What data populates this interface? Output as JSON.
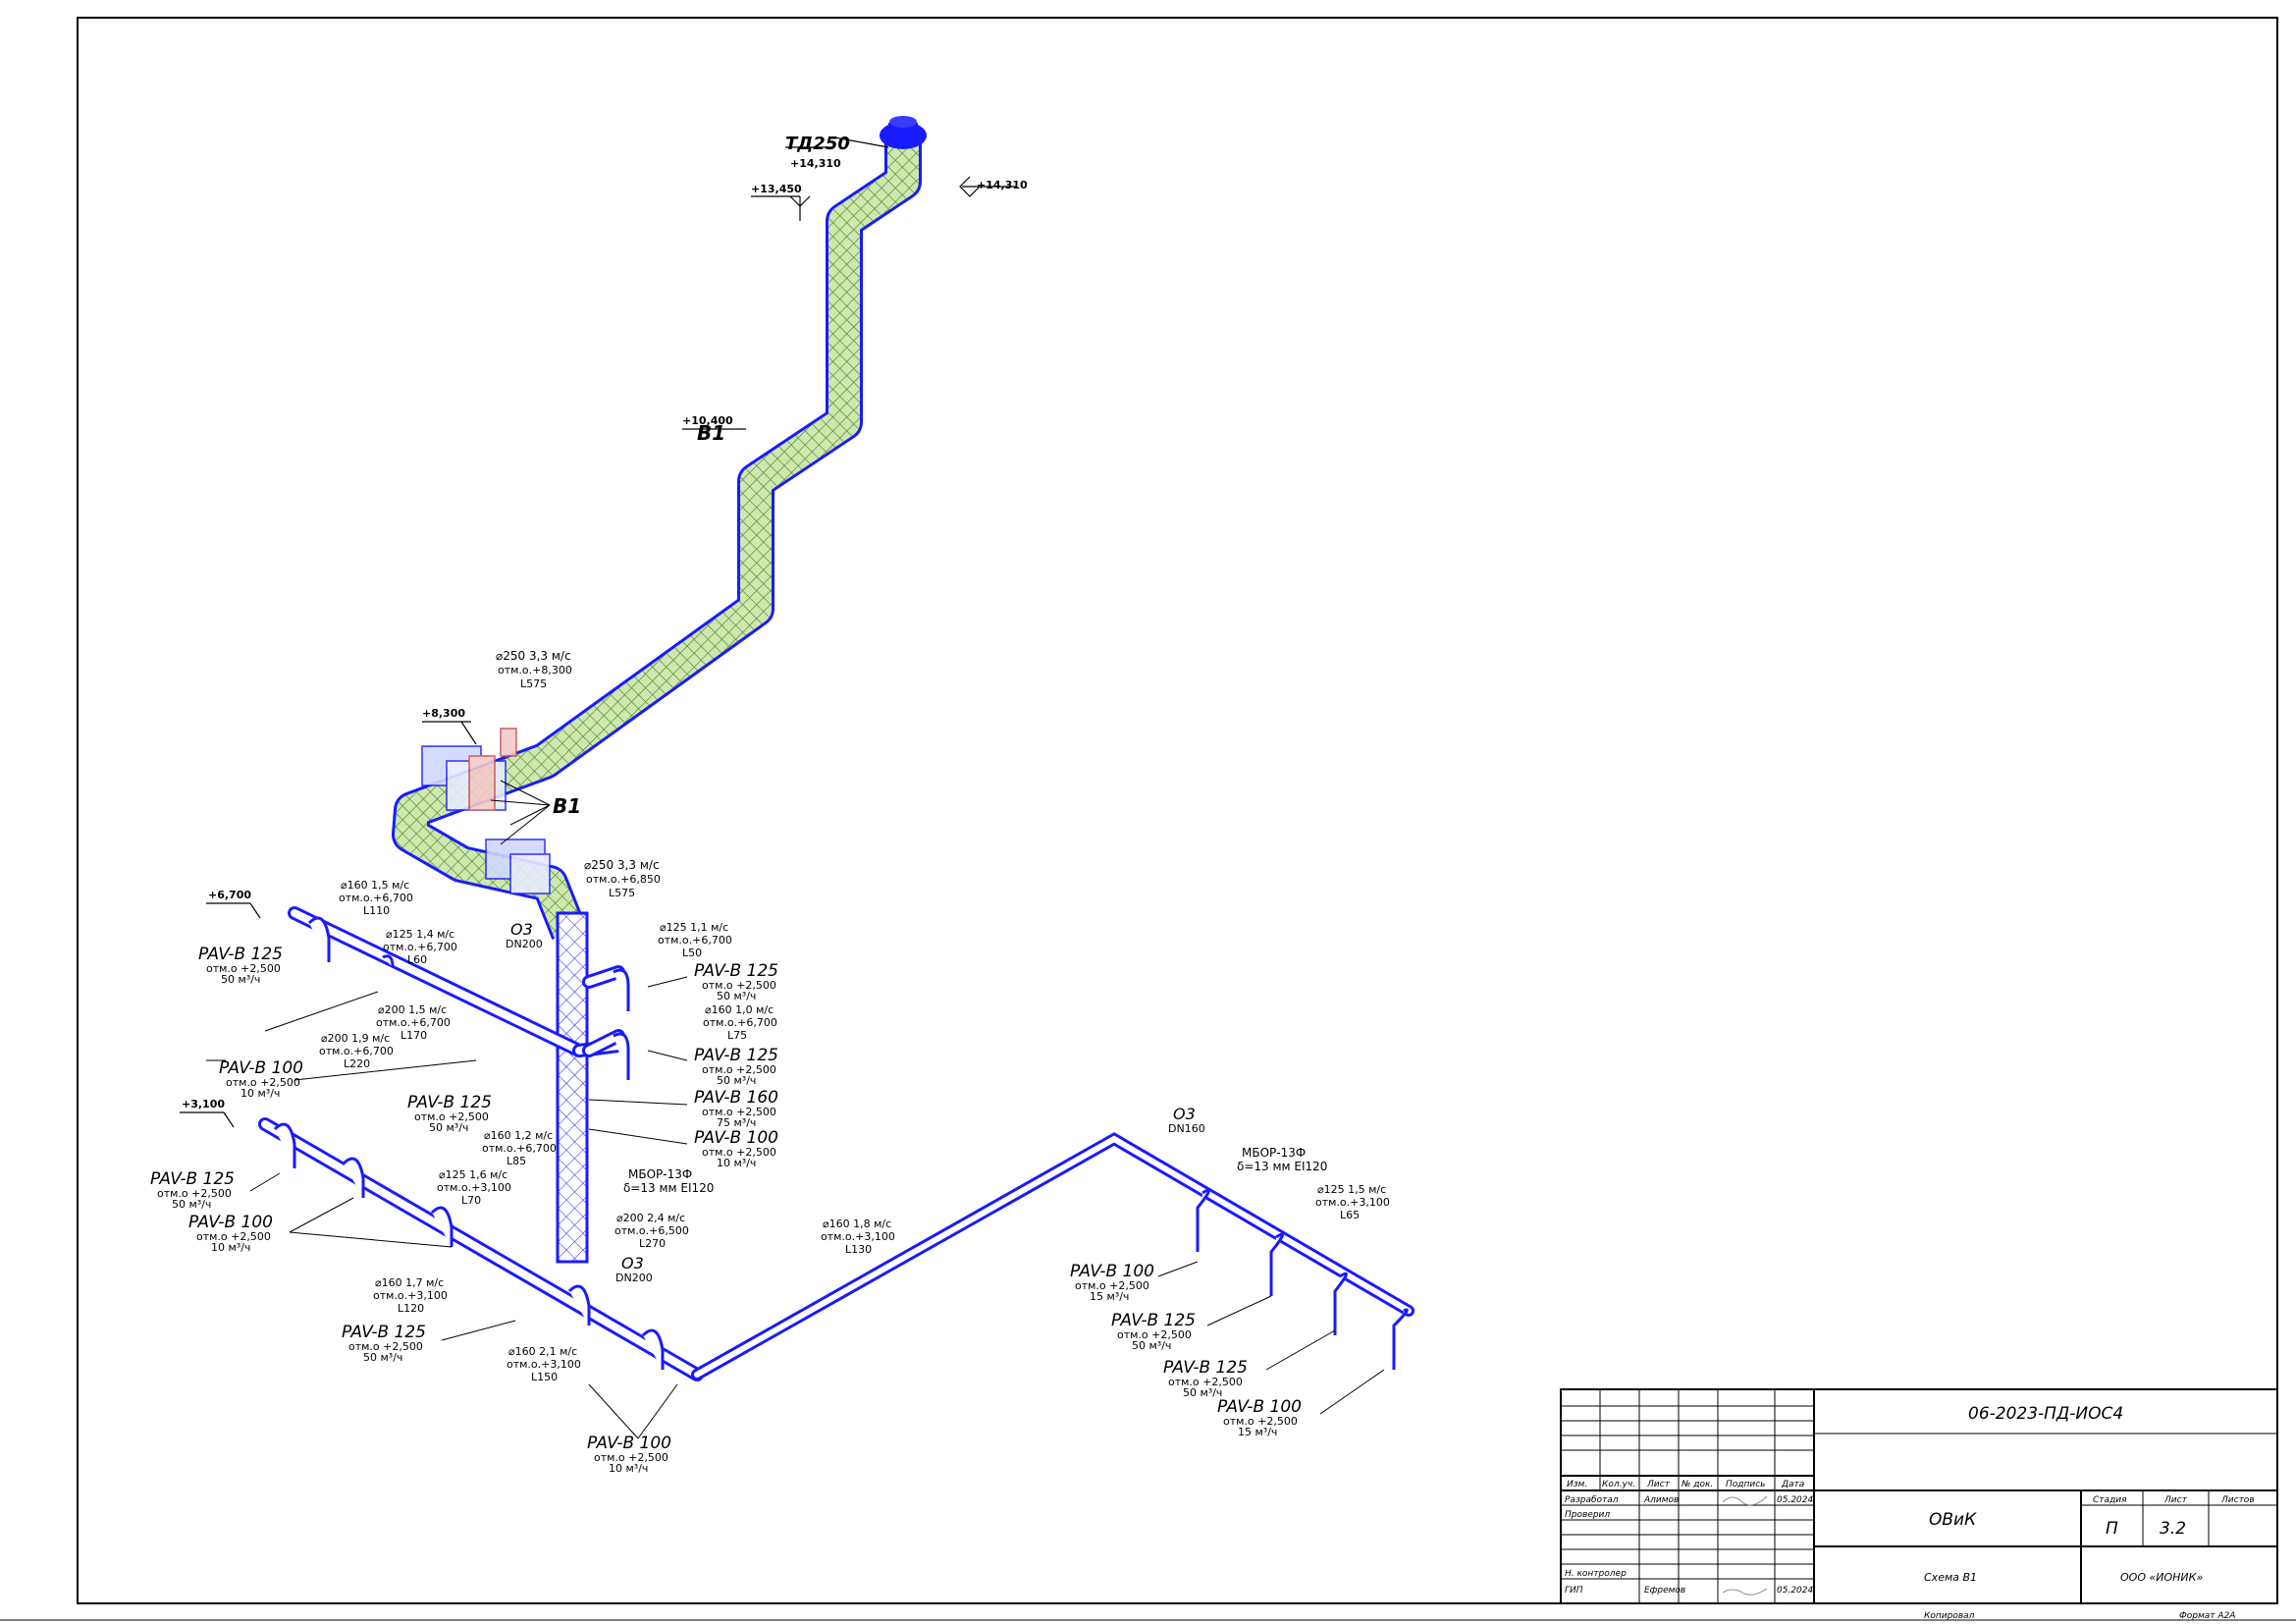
{
  "labels": {
    "td250": "ТД250",
    "td250_elev": "+14,310",
    "elev_14310": "+14,310",
    "elev_13450": "+13,450",
    "elev_10400": "+10,400",
    "sys_b1_top": "В1",
    "elev_8300": "+8,300",
    "sys_b1": "В1",
    "duct_main": [
      "⌀250 3,3 м/с",
      "отм.о.+8,300",
      "L575"
    ],
    "duct_250b": [
      "⌀250 3,3 м/с",
      "отм.о.+6,850",
      "L575"
    ],
    "elev_6700": "+6,700",
    "elev_3100": "+3,100",
    "d160_15": [
      "⌀160 1,5 м/с",
      "отм.о.+6,700",
      "L110"
    ],
    "d125_14": [
      "⌀125 1,4 м/с",
      "отм.о.+6,700",
      "L60"
    ],
    "o3_top": [
      "О3",
      "DN200"
    ],
    "d125_11": [
      "⌀125 1,1 м/с",
      "отм.о.+6,700",
      "L50"
    ],
    "d160_10": [
      "⌀160 1,0 м/с",
      "отм.о.+6,700",
      "L75"
    ],
    "d200_15": [
      "⌀200 1,5 м/с",
      "отм.о.+6,700",
      "L170"
    ],
    "d200_19": [
      "⌀200 1,9 м/с",
      "отм.о.+6,700",
      "L220"
    ],
    "d160_12": [
      "⌀160 1,2 м/с",
      "отм.о.+6,700",
      "L85"
    ],
    "mbor_left": [
      "МБОР-13Ф",
      "δ=13 мм EI120"
    ],
    "d125_16": [
      "⌀125 1,6 м/с",
      "отм.о.+3,100",
      "L70"
    ],
    "d200_24": [
      "⌀200 2,4 м/с",
      "отм.о.+6,500",
      "L270"
    ],
    "o3_mid": [
      "О3",
      "DN200"
    ],
    "d160_17": [
      "⌀160 1,7 м/с",
      "отм.о.+3,100",
      "L120"
    ],
    "d160_21": [
      "⌀160 2,1 м/с",
      "отм.о.+3,100",
      "L150"
    ],
    "d160_18": [
      "⌀160 1,8 м/с",
      "отм.о.+3,100",
      "L130"
    ],
    "o3_right": [
      "О3",
      "DN160"
    ],
    "mbor_right": [
      "МБОР-13Ф",
      "δ=13 мм EI120"
    ],
    "d125_15": [
      "⌀125 1,5 м/с",
      "отм.о.+3,100",
      "L65"
    ],
    "pav_l1": [
      "PAV-B 125",
      "отм.о +2,500",
      "50 м³/ч"
    ],
    "pav_l2": [
      "PAV-B 100",
      "отм.о +2,500",
      "10 м³/ч"
    ],
    "pav_l3": [
      "PAV-B 125",
      "отм.о +2,500",
      "50 м³/ч"
    ],
    "pav_r1": [
      "PAV-B 125",
      "отм.о +2,500",
      "50 м³/ч"
    ],
    "pav_r2": [
      "PAV-B 125",
      "отм.о +2,500",
      "50 м³/ч"
    ],
    "pav_r3": [
      "PAV-B 160",
      "отм.о +2,500",
      "75 м³/ч"
    ],
    "pav_r4": [
      "PAV-B 100",
      "отм.о +2,500",
      "10 м³/ч"
    ],
    "pav_b1": [
      "PAV-B 125",
      "отм.о +2,500",
      "50 м³/ч"
    ],
    "pav_b2": [
      "PAV-B 100",
      "отм.о +2,500",
      "10 м³/ч"
    ],
    "pav_b3": [
      "PAV-B 125",
      "отм.о +2,500",
      "50 м³/ч"
    ],
    "pav_b4": [
      "PAV-B 100",
      "отм.о +2,500",
      "10 м³/ч"
    ],
    "pav_e1": [
      "PAV-B 100",
      "отм.о +2,500",
      "15 м³/ч"
    ],
    "pav_e2": [
      "PAV-B 125",
      "отм.о +2,500",
      "50 м³/ч"
    ],
    "pav_e3": [
      "PAV-B 125",
      "отм.о +2,500",
      "50 м³/ч"
    ],
    "pav_e4": [
      "PAV-B 100",
      "отм.о +2,500",
      "15 м³/ч"
    ]
  },
  "title_block": {
    "doc_code": "06-2023-ПД-ИОС4",
    "headers": [
      "Изм.",
      "Кол.уч.",
      "Лист",
      "№ док.",
      "Подпись",
      "Дата"
    ],
    "roles": [
      "Разработал",
      "Проверил",
      "",
      "",
      "Н. контролер",
      "ГИП"
    ],
    "names": [
      "Алимов",
      "",
      "",
      "",
      "",
      "Ефремов"
    ],
    "dates": [
      "05.2024",
      "",
      "",
      "",
      "",
      "05.2024"
    ],
    "section": "ОВиК",
    "stage_header": "Стадия",
    "sheet_header": "Лист",
    "sheets_header": "Листов",
    "stage": "П",
    "sheet": "3.2",
    "sheet_name": "Схема В1",
    "company": "ООО «ИОНИК»",
    "copied": "Копировал",
    "format": "Формат А2А"
  }
}
